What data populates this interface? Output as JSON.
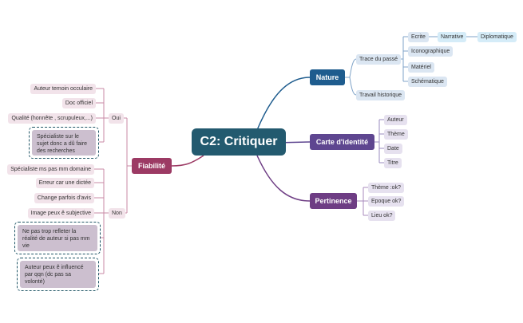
{
  "central": "C2: Critiquer",
  "nature": {
    "label": "Nature",
    "trace": "Trace du passé",
    "ecrite": "Ecrite",
    "narrative": "Narrative",
    "diplomatique": "Diplomatique",
    "iconographique": "Iconographique",
    "materiel": "Matériel",
    "schematique": "Schématique",
    "travail": "Travail historique"
  },
  "carte": {
    "label": "Carte d'identité",
    "items": [
      "Auteur",
      "Thème",
      "Date",
      "Titre"
    ]
  },
  "pertinence": {
    "label": "Pertinence",
    "items": [
      "Thème :ok?",
      "Epoque ok?",
      "Lieu ok?"
    ]
  },
  "fiabilite": {
    "label": "Fiabilité",
    "oui": "Oui",
    "oui_items": [
      "Auteur temoin occulaire",
      "Doc officiel",
      "Qualité (honnête , scrupuleux,...)"
    ],
    "oui_note": "Spécialiste sur le sujet donc a dû faire des recherches",
    "non": "Non",
    "non_items": [
      "Spécialiste ms pas mm domaine",
      "Erreur car une dictée",
      "Change parfois d'avis",
      "Image peux ê subjective"
    ],
    "non_note1": "Ne pas trop refleter la réalité de auteur si pas mm vie",
    "non_note2": "Auteur peux ê influencé par qqn (dc pas sa volonté)"
  },
  "colors": {
    "central": "#235a6f",
    "nature": "#1e5c8e",
    "carte": "#5e4690",
    "pertinence": "#6e3d84",
    "fiabilite": "#9c3a64"
  }
}
